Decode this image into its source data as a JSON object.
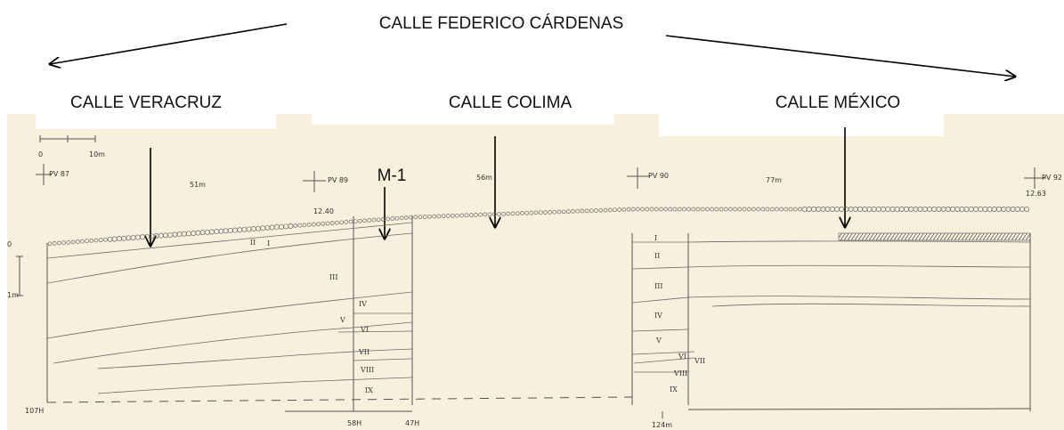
{
  "labels": {
    "top_street": "CALLE FEDERICO CÁRDENAS",
    "street_left": "CALLE VERACRUZ",
    "street_mid": "CALLE COLIMA",
    "street_right": "CALLE MÉXICO",
    "marker": "M-1"
  },
  "scale": {
    "zero": "0",
    "ten": "10m",
    "v_zero": "0",
    "v_one": "1m"
  },
  "stations": [
    "PV 87",
    "PV 89",
    "PV 90",
    "PV 92"
  ],
  "distances": [
    "51m",
    "56m",
    "77m"
  ],
  "elevations": {
    "pv89": "12.40",
    "pv92": "12.63"
  },
  "depths": {
    "left": "107H",
    "mid_a": "58H",
    "mid_b": "47H",
    "right": "124m"
  },
  "strata_left": [
    "I",
    "II",
    "III",
    "IV",
    "V",
    "VI",
    "VII",
    "VIII",
    "IX"
  ],
  "strata_right": [
    "I",
    "II",
    "III",
    "IV",
    "V",
    "VI",
    "VII",
    "VIII",
    "IX"
  ],
  "colors": {
    "background_paper": "#f7f0dd",
    "ink": "#555555",
    "arrow": "#000000"
  }
}
